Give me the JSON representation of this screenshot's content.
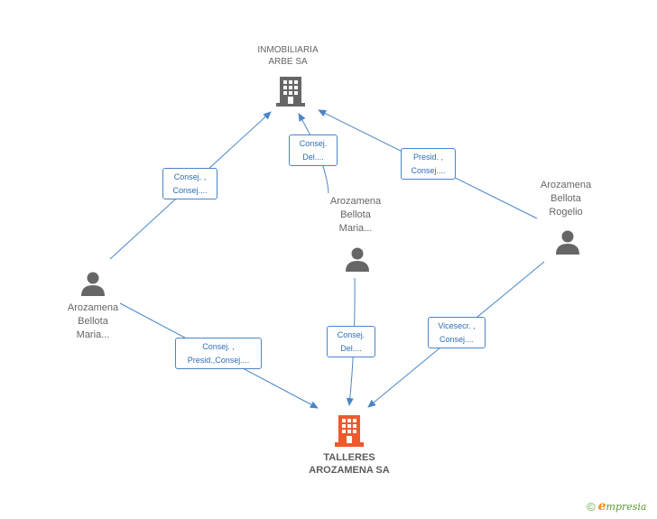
{
  "nodes": {
    "company_top": {
      "name_line1": "INMOBILIARIA",
      "name_line2": "ARBE SA"
    },
    "company_main": {
      "name_line1": "TALLERES",
      "name_line2": "AROZAMENA SA"
    },
    "person_left": {
      "line1": "Arozamena",
      "line2": "Bellota",
      "line3": "Maria..."
    },
    "person_center": {
      "line1": "Arozamena",
      "line2": "Bellota",
      "line3": "Maria..."
    },
    "person_right": {
      "line1": "Arozamena",
      "line2": "Bellota",
      "line3": "Rogelio"
    }
  },
  "relations": {
    "left_to_top": {
      "line1": "Consej. ,",
      "line2": "Consej...."
    },
    "center_to_top": {
      "line1": "Consej.",
      "line2": "Del...."
    },
    "right_to_top": {
      "line1": "Presid. ,",
      "line2": "Consej...."
    },
    "left_to_main": {
      "line1": "Consej. ,",
      "line2": "Presid.,Consej...."
    },
    "center_to_main": {
      "line1": "Consej.",
      "line2": "Del...."
    },
    "right_to_main": {
      "line1": "Vicesecr. ,",
      "line2": "Consej...."
    }
  },
  "colors": {
    "edge": "#4a86c8",
    "company_icon_gray": "#666666",
    "company_icon_main": "#ee5a2c",
    "person_icon": "#666666"
  },
  "footer": {
    "copyright": "©",
    "brand": "mpresia",
    "brand_initial": "e"
  }
}
